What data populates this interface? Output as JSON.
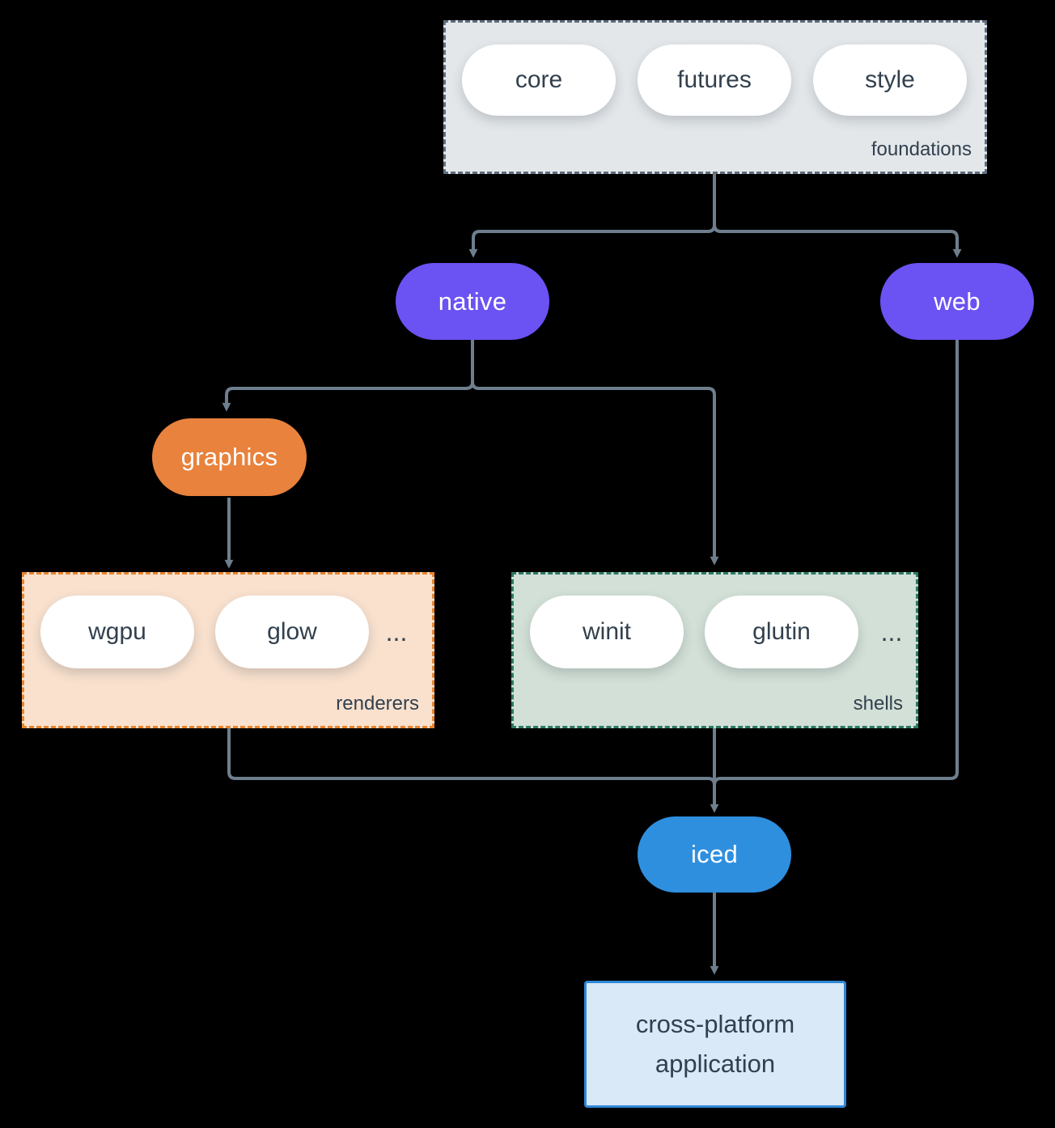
{
  "diagram": {
    "foundations": {
      "label": "foundations",
      "pills": {
        "core": "core",
        "futures": "futures",
        "style": "style"
      }
    },
    "native": {
      "label": "native"
    },
    "web": {
      "label": "web"
    },
    "graphics": {
      "label": "graphics"
    },
    "renderers": {
      "label": "renderers",
      "pills": {
        "wgpu": "wgpu",
        "glow": "glow"
      },
      "ellipsis": "..."
    },
    "shells": {
      "label": "shells",
      "pills": {
        "winit": "winit",
        "glutin": "glutin"
      },
      "ellipsis": "..."
    },
    "iced": {
      "label": "iced"
    },
    "application": {
      "label": "cross-platform application"
    }
  },
  "colors": {
    "bg": "#000000",
    "arrow": "#6e7e8d",
    "ink": "#32404e",
    "purple": "#6b52f3",
    "orange": "#e8823c",
    "blue": "#2f8fdf",
    "foundations_fill": "#e3e7ea",
    "foundations_border": "#5f6e7e",
    "renderers_fill": "#f9e1ce",
    "renderers_border": "#e8842e",
    "shells_fill": "#d2e0d7",
    "shells_border": "#2c7a64",
    "app_fill": "#d9e9f8",
    "app_border": "#2f87d8",
    "pill_fill": "#ffffff"
  }
}
